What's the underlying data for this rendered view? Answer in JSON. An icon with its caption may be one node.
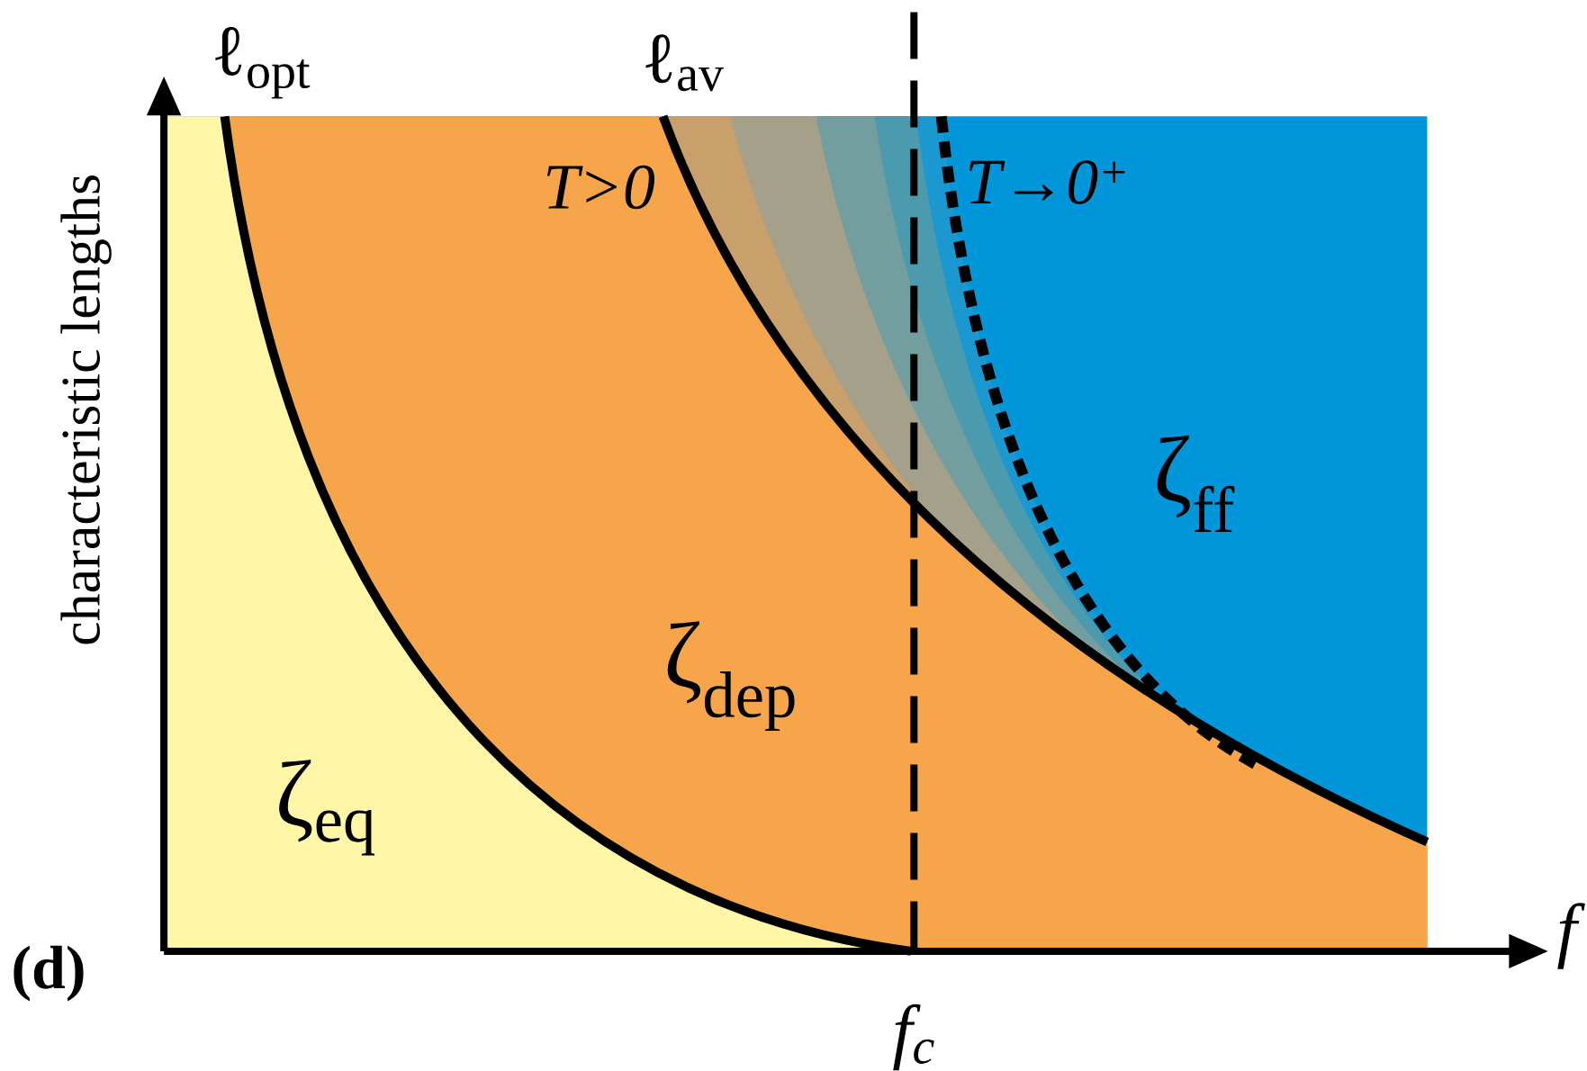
{
  "diagram": {
    "labels": [
      "ℓ$_{opt}$",
      "ℓ$_{av}$",
      "T>0",
      "T→0$^{+}$",
      "ζ$_{ff}$",
      "ζ$_{dep}$",
      "ζ$_{eq}$",
      "characteristic lengths",
      "f",
      "f$_{c}$",
      "(d)"
    ]
  }
}
